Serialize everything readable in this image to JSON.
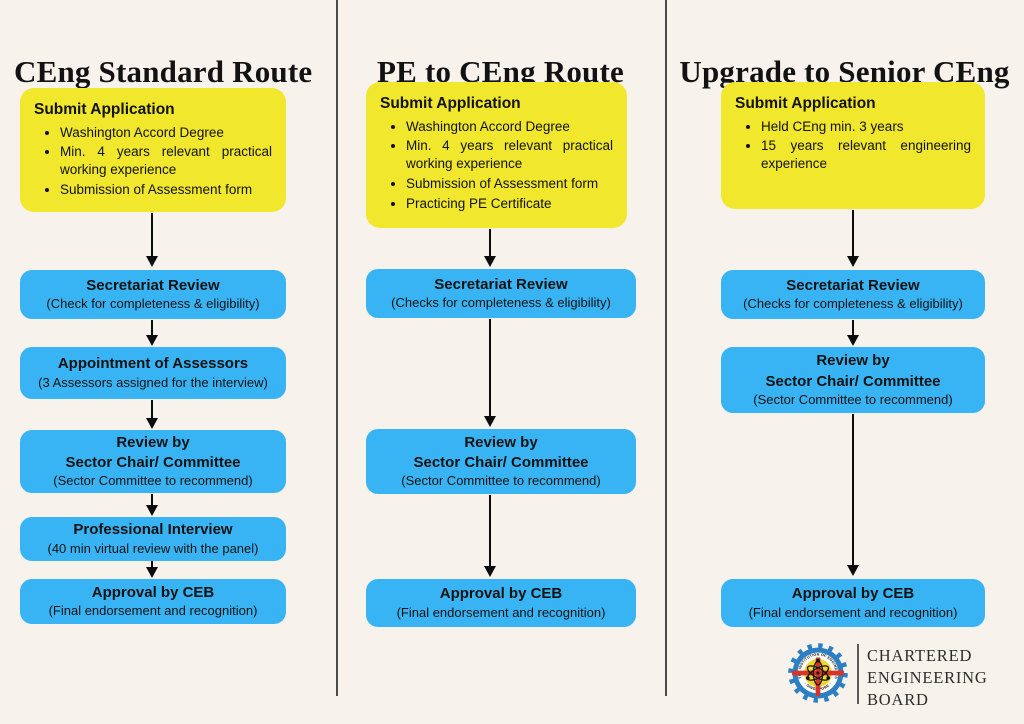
{
  "colors": {
    "bg": "#F7F3EC",
    "yellow": "#F1E72C",
    "blue": "#38B4F4",
    "ink": "#121212",
    "arrow": "#0B0B0B",
    "divider": "#4A4A4A"
  },
  "columns": [
    {
      "title": "CEng Standard Route",
      "start": {
        "heading": "Submit Application",
        "bullets": [
          "Washington Accord Degree",
          "Min. 4 years relevant practical working experience",
          "Submission of Assessment form"
        ]
      },
      "steps": [
        {
          "line1": "Secretariat Review",
          "note": "(Check for completeness & eligibility)"
        },
        {
          "line1": "Appointment of Assessors",
          "note": "(3 Assessors assigned for the interview)"
        },
        {
          "line1": "Review by",
          "line2": "Sector Chair/ Committee",
          "note": "(Sector Committee to recommend)"
        },
        {
          "line1": "Professional Interview",
          "note": "(40 min virtual review with the panel)"
        },
        {
          "line1": "Approval by CEB",
          "note": "(Final endorsement and recognition)"
        }
      ]
    },
    {
      "title": "PE to CEng Route",
      "start": {
        "heading": "Submit Application",
        "bullets": [
          "Washington Accord Degree",
          "Min. 4 years relevant practical working experience",
          "Submission of Assessment form",
          "Practicing PE Certificate"
        ]
      },
      "steps": [
        {
          "line1": "Secretariat Review",
          "note": "(Checks for completeness & eligibility)"
        },
        {
          "line1": "Review by",
          "line2": "Sector Chair/ Committee",
          "note": "(Sector Committee to recommend)"
        },
        {
          "line1": "Approval by CEB",
          "note": "(Final endorsement and recognition)"
        }
      ]
    },
    {
      "title": "Upgrade to Senior CEng",
      "start": {
        "heading": "Submit Application",
        "bullets": [
          "Held CEng min. 3 years",
          "15 years relevant engineering experience"
        ]
      },
      "steps": [
        {
          "line1": "Secretariat Review",
          "note": "(Checks for completeness & eligibility)"
        },
        {
          "line1": "Review by",
          "line2": "Sector Chair/ Committee",
          "note": "(Sector Committee to recommend)"
        },
        {
          "line1": "Approval by CEB",
          "note": "(Final endorsement and recognition)"
        }
      ]
    }
  ],
  "footer": {
    "ring_text_top": "THE INSTITUTION OF ENGINEERS",
    "ring_text_bottom": "· SINGAPORE ·",
    "org_lines": [
      "CHARTERED",
      "ENGINEERING",
      "BOARD"
    ]
  }
}
